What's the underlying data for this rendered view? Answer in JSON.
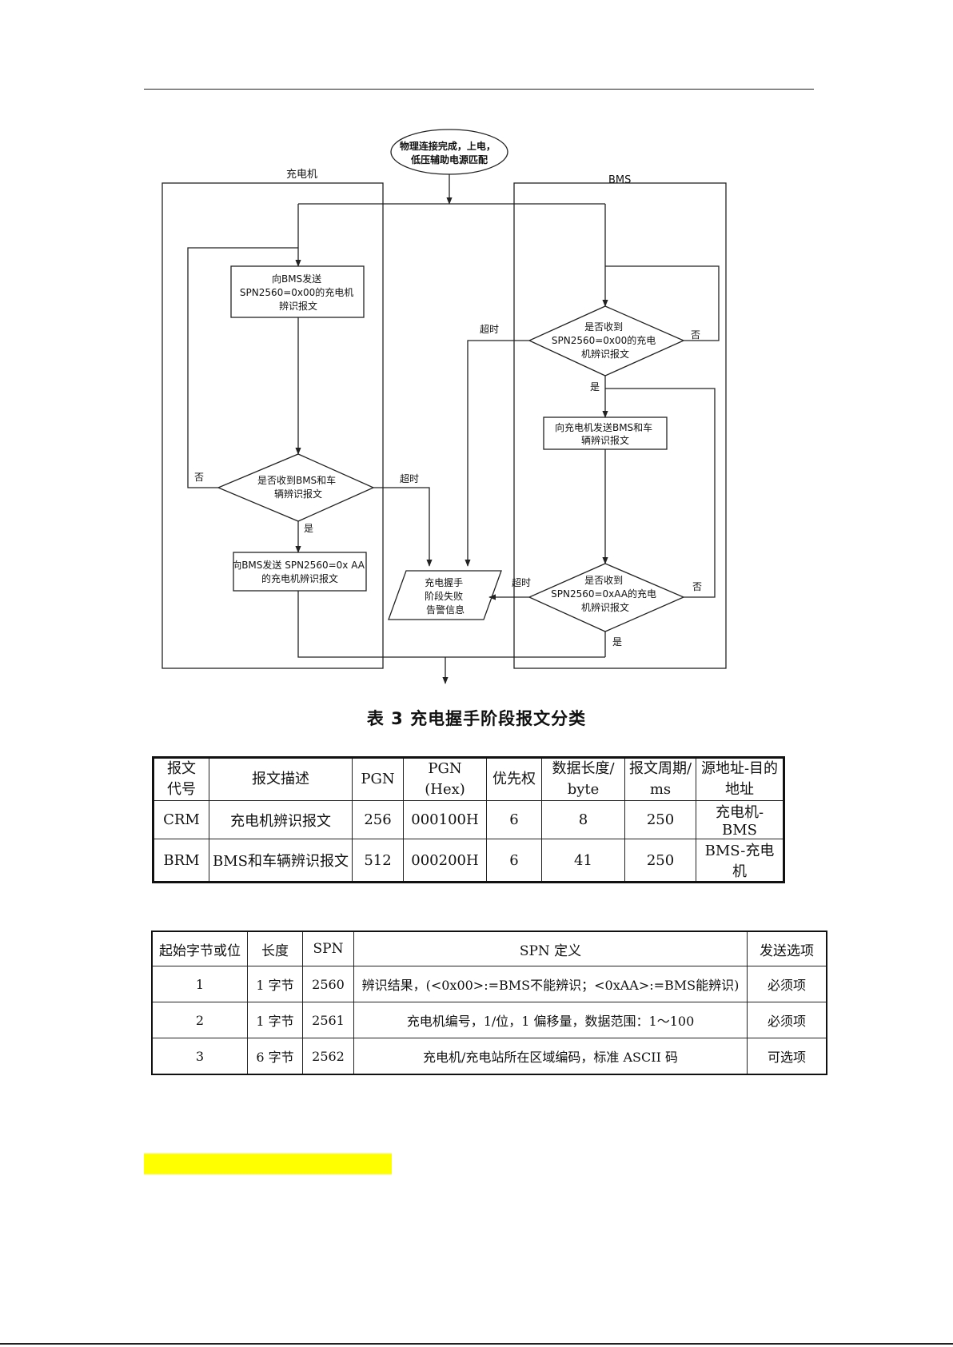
{
  "flowchart": {
    "start": [
      "物理连接完成，上电，",
      "低压辅助电源匹配"
    ],
    "lane_charger": "充电机",
    "lane_bms": "BMS",
    "c_send_crm00": [
      "向BMS发送",
      "SPN2560=0x00的充电机",
      "辨识报文"
    ],
    "c_decision_brm": [
      "是否收到BMS和车",
      "辆辨识报文"
    ],
    "c_send_crmaa": [
      "向BMS发送 SPN2560=0x AA",
      "的充电机辨识报文"
    ],
    "b_decision_crm00": [
      "是否收到",
      "SPN2560=0x00的充电",
      "机辨识报文"
    ],
    "b_send_brm": [
      "向充电机发送BMS和车",
      "辆辨识报文"
    ],
    "b_decision_crmaa": [
      "是否收到",
      "SPN2560=0xAA的充电",
      "机辨识报文"
    ],
    "fail_box": [
      "充电握手",
      "阶段失败",
      "告警信息"
    ],
    "label_no": "否",
    "label_yes": "是",
    "label_timeout": "超时"
  },
  "table3": {
    "caption": "表 3  充电握手阶段报文分类",
    "headers": [
      [
        "报文",
        "代号"
      ],
      [
        "报文描述"
      ],
      [
        "PGN"
      ],
      [
        "PGN",
        "(Hex)"
      ],
      [
        "优先权"
      ],
      [
        "数据长度/",
        "byte"
      ],
      [
        "报文周期/",
        "ms"
      ],
      [
        "源地址-目的地址"
      ]
    ],
    "rows": [
      [
        "CRM",
        "充电机辨识报文",
        "256",
        "000100H",
        "6",
        "8",
        "250",
        "充电机-BMS"
      ],
      [
        "BRM",
        "BMS和车辆辨识报文",
        "512",
        "000200H",
        "6",
        "41",
        "250",
        "BMS-充电机"
      ]
    ]
  },
  "table4": {
    "headers": [
      "起始字节或位",
      "长度",
      "SPN",
      "SPN 定义",
      "发送选项"
    ],
    "rows": [
      [
        "1",
        "1 字节",
        "2560",
        "辨识结果，(<0x00>:=BMS不能辨识；<0xAA>:=BMS能辨识)",
        "必须项"
      ],
      [
        "2",
        "1 字节",
        "2561",
        "充电机编号，1/位，1 偏移量，数据范围：1～100",
        "必须项"
      ],
      [
        "3",
        "6 字节",
        "2562",
        "充电机/充电站所在区域编码，标准 ASCII 码",
        "可选项"
      ]
    ]
  },
  "colors": {
    "line": "#222222",
    "highlight": "#ffff00"
  }
}
